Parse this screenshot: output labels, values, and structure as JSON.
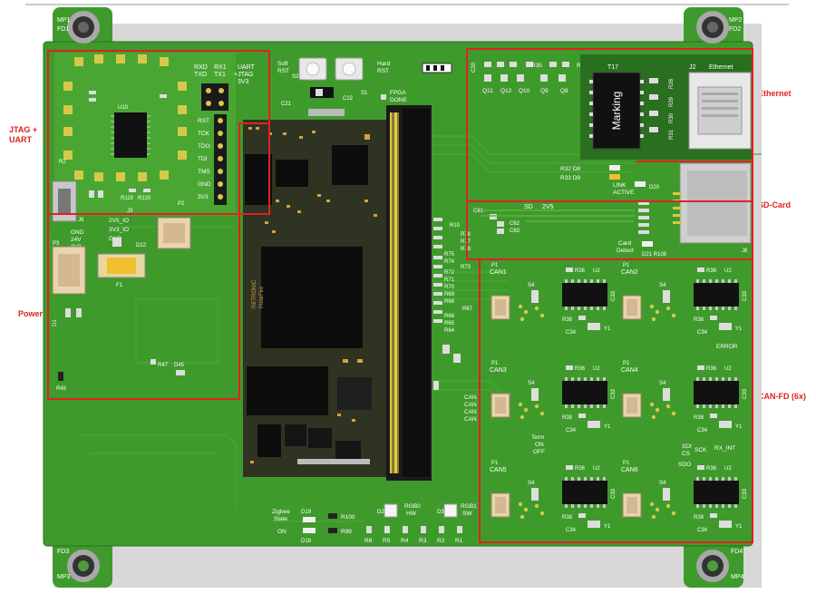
{
  "callouts": {
    "jtag_uart": [
      "JTAG +",
      "UART"
    ],
    "power": "Power",
    "ethernet": "Ethernet",
    "sd_card": "SD-Card",
    "can_fd": "CAN-FD (6x)"
  },
  "board": {
    "mounting_holes": [
      {
        "label_a": "MP1",
        "label_b": "FD1"
      },
      {
        "label_a": "MP2",
        "label_b": "FD2"
      },
      {
        "label_a": "FD3",
        "label_b": "MP3"
      },
      {
        "label_a": "FD4",
        "label_b": "MP4"
      }
    ],
    "buttons": {
      "soft_rst": [
        "Soft",
        "RST"
      ],
      "hard_rst": [
        "Hard",
        "RST"
      ],
      "s2": "S2",
      "s1": "S1",
      "c21": "C21",
      "c22": "C22",
      "fpga_done": [
        "FPGA",
        "DONE"
      ]
    },
    "jtag": {
      "header_top": [
        "RXD",
        "TXD"
      ],
      "header_top2": [
        "RX1",
        "TX1"
      ],
      "uart_title": [
        "UART",
        "+JTAG",
        "3V3"
      ],
      "pins": [
        "RST",
        "TCK",
        "TDO",
        "TDI",
        "TMS",
        "GND",
        "3V3"
      ],
      "u_label": "U10",
      "r_labels": [
        "R2",
        "R119",
        "R120",
        "P2",
        "J3"
      ],
      "j2": "J9"
    },
    "power": {
      "rails": [
        "2V5_IO",
        "3V3_IO",
        "GND"
      ],
      "rails_left": [
        "GND",
        "24V",
        "3V3"
      ],
      "p3": "P3",
      "d12": "D12",
      "f1": "F1",
      "d1": "D1",
      "r_low": [
        "R47",
        "D45",
        "R45"
      ]
    },
    "ethernet": {
      "transistors": [
        "Q11",
        "Q12",
        "Q10",
        "Q9",
        "Q8"
      ],
      "r35": "R35",
      "r34": "R34",
      "c_top": "C20",
      "t_label": "T17",
      "marking": "Marking",
      "j2": "J2",
      "ethernet": "Ethernet",
      "resistors": [
        "R28",
        "R29",
        "R30",
        "R31"
      ],
      "leds": [
        "R32 D8",
        "R33 D9"
      ],
      "link_act": [
        "LINK",
        "ACTIVE"
      ]
    },
    "sd": {
      "title": "SD",
      "rail": "2V5",
      "c_labels": [
        "C61",
        "C62",
        "C63"
      ],
      "card_detect": [
        "Card",
        "Detect"
      ],
      "leds": [
        "D21 R108"
      ],
      "d20": "D20",
      "j8": "J8"
    },
    "mid_resistors": [
      "R10",
      "R76",
      "R77",
      "R78",
      "R75",
      "R74",
      "R73",
      "R72",
      "R71",
      "R70",
      "R69",
      "R68",
      "R67",
      "R66",
      "R65",
      "R64"
    ],
    "can": {
      "units": [
        {
          "p": "P1",
          "name": "CAN1"
        },
        {
          "p": "P1",
          "name": "CAN2"
        },
        {
          "p": "P1",
          "name": "CAN3"
        },
        {
          "p": "P1",
          "name": "CAN4"
        },
        {
          "p": "P1",
          "name": "CAN5"
        },
        {
          "p": "P1",
          "name": "CAN6"
        }
      ],
      "parts": {
        "r36": "R36",
        "u2": "U2",
        "c33": "C33",
        "s4": "S4",
        "r38": "R38",
        "c34": "C34",
        "y1": "Y1"
      },
      "error": "ERROR",
      "term": [
        "Term",
        "ON",
        "OFF"
      ],
      "spi": [
        "SDI",
        "CS",
        "SCK",
        "RX_INT",
        "SDO"
      ],
      "side_labels": [
        "CAN",
        "CAN",
        "CAN",
        "CAN"
      ]
    },
    "bottom": {
      "zigbee": [
        "Zigbee",
        "State"
      ],
      "on": "ON",
      "d19": "D19",
      "d18": "D18",
      "r100": "R100",
      "r99": "R99",
      "rgb0": [
        "RGB0",
        "HW"
      ],
      "rgb1": [
        "RGB1",
        "SW"
      ],
      "d2": "D2",
      "d3": "D3",
      "r_row": [
        "R6",
        "R5",
        "R4",
        "R3",
        "R2",
        "R1"
      ]
    },
    "module": {
      "chip_text": [
        "RETRONIC",
        "PolarFire"
      ]
    }
  },
  "colors": {
    "pcb": "#3f9a2c",
    "pcb_light": "#5fb43f",
    "pcb_dark": "#2a6e1f",
    "pad": "#d6c84a",
    "module": "#2f3322",
    "chip": "#0d0d0d",
    "callout": "#e02020",
    "base_plate": "#d8d8d8"
  }
}
